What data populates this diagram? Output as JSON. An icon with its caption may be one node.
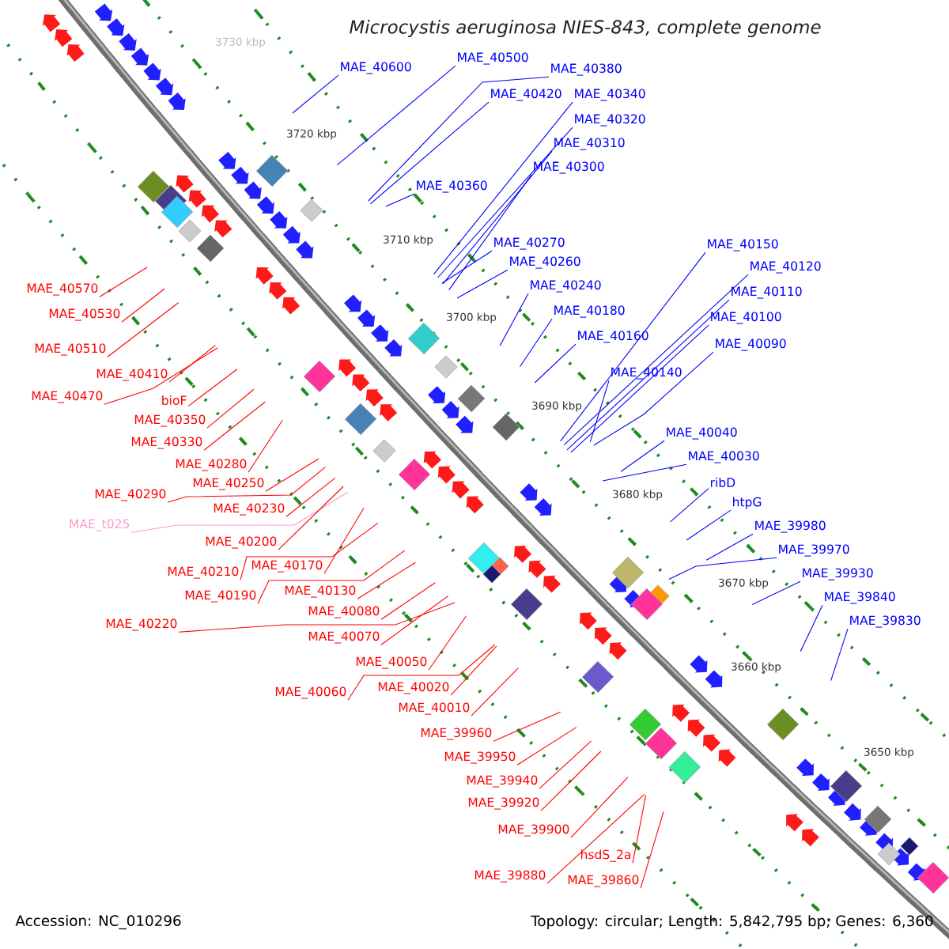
{
  "diagram": {
    "title": "Microcystis aeruginosa NIES-843, complete genome",
    "nodes": [
      {
        "text": [
          "MAE_40600"
        ]
      },
      {
        "text": [
          "MAE_40500"
        ]
      },
      {
        "text": [
          "MAE_40380"
        ]
      },
      {
        "text": [
          "MAE_40420"
        ]
      },
      {
        "text": [
          "MAE_40340"
        ]
      },
      {
        "text": [
          "MAE_40320"
        ]
      },
      {
        "text": [
          "MAE_40310"
        ]
      },
      {
        "text": [
          "MAE_40300"
        ]
      },
      {
        "text": [
          "MAE_40360"
        ]
      },
      {
        "text": [
          "MAE_40270"
        ]
      },
      {
        "text": [
          "MAE_40260"
        ]
      },
      {
        "text": [
          "MAE_40240"
        ]
      },
      {
        "text": [
          "MAE_40180"
        ]
      },
      {
        "text": [
          "MAE_40160"
        ]
      },
      {
        "text": [
          "MAE_40140"
        ]
      },
      {
        "text": [
          "MAE_40150"
        ]
      },
      {
        "text": [
          "MAE_40120"
        ]
      },
      {
        "text": [
          "MAE_40110"
        ]
      },
      {
        "text": [
          "MAE_40100"
        ]
      },
      {
        "text": [
          "MAE_40090"
        ]
      },
      {
        "text": [
          "MAE_40040"
        ]
      },
      {
        "text": [
          "MAE_40030"
        ]
      },
      {
        "text": [
          "ribD"
        ]
      },
      {
        "text": [
          "htpG"
        ]
      },
      {
        "text": [
          "MAE_39980"
        ]
      },
      {
        "text": [
          "MAE_39970"
        ]
      },
      {
        "text": [
          "MAE_39930"
        ]
      },
      {
        "text": [
          "MAE_39840"
        ]
      },
      {
        "text": [
          "MAE_39830"
        ]
      },
      {
        "text": [
          "MAE_40570"
        ]
      },
      {
        "text": [
          "MAE_40530"
        ]
      },
      {
        "text": [
          "MAE_40510"
        ]
      },
      {
        "text": [
          "MAE_40410"
        ]
      },
      {
        "text": [
          "MAE_40470"
        ]
      },
      {
        "text": [
          "bioF"
        ]
      },
      {
        "text": [
          "MAE_40350"
        ]
      },
      {
        "text": [
          "MAE_40330"
        ]
      },
      {
        "text": [
          "MAE_40280"
        ]
      },
      {
        "text": [
          "MAE_40250"
        ]
      },
      {
        "text": [
          "MAE_40290"
        ]
      },
      {
        "text": [
          "MAE_40230"
        ]
      },
      {
        "text": [
          "MAE_t025"
        ]
      },
      {
        "text": [
          "MAE_40200"
        ]
      },
      {
        "text": [
          "MAE_40170"
        ]
      },
      {
        "text": [
          "MAE_40210"
        ]
      },
      {
        "text": [
          "MAE_40130"
        ]
      },
      {
        "text": [
          "MAE_40190"
        ]
      },
      {
        "text": [
          "MAE_40220"
        ]
      },
      {
        "text": [
          "MAE_40080"
        ]
      },
      {
        "text": [
          "MAE_40070"
        ]
      },
      {
        "text": [
          "MAE_40050"
        ]
      },
      {
        "text": [
          "MAE_40020"
        ]
      },
      {
        "text": [
          "MAE_40060"
        ]
      },
      {
        "text": [
          "MAE_40010"
        ]
      },
      {
        "text": [
          "MAE_39960"
        ]
      },
      {
        "text": [
          "MAE_39950"
        ]
      },
      {
        "text": [
          "MAE_39940"
        ]
      },
      {
        "text": [
          "MAE_39920"
        ]
      },
      {
        "text": [
          "MAE_39900"
        ]
      },
      {
        "text": [
          "hsdS_2a"
        ]
      },
      {
        "text": [
          "MAE_39880"
        ]
      },
      {
        "text": [
          "MAE_39860"
        ]
      }
    ],
    "edges": [
      {
        "from": 0,
        "to": null,
        "arrow": "none",
        "color": "#0000ff"
      },
      {
        "from": 1,
        "to": null,
        "arrow": "none",
        "color": "#0000ff"
      },
      {
        "from": 2,
        "to": null,
        "arrow": "none",
        "color": "#0000ff"
      },
      {
        "from": 3,
        "to": null,
        "arrow": "none",
        "color": "#0000ff"
      },
      {
        "from": 4,
        "to": null,
        "arrow": "none",
        "color": "#0000ff"
      },
      {
        "from": 5,
        "to": null,
        "arrow": "none",
        "color": "#0000ff"
      },
      {
        "from": 6,
        "to": null,
        "arrow": "none",
        "color": "#0000ff"
      },
      {
        "from": 7,
        "to": null,
        "arrow": "none",
        "color": "#0000ff"
      },
      {
        "from": 8,
        "to": null,
        "arrow": "none",
        "color": "#0000ff"
      },
      {
        "from": 9,
        "to": null,
        "arrow": "none",
        "color": "#0000ff"
      },
      {
        "from": 10,
        "to": null,
        "arrow": "none",
        "color": "#0000ff"
      },
      {
        "from": 11,
        "to": null,
        "arrow": "none",
        "color": "#0000ff"
      },
      {
        "from": 12,
        "to": null,
        "arrow": "none",
        "color": "#0000ff"
      },
      {
        "from": 13,
        "to": null,
        "arrow": "none",
        "color": "#0000ff"
      },
      {
        "from": 14,
        "to": null,
        "arrow": "none",
        "color": "#0000ff"
      },
      {
        "from": 15,
        "to": null,
        "arrow": "none",
        "color": "#0000ff"
      },
      {
        "from": 16,
        "to": null,
        "arrow": "none",
        "color": "#0000ff"
      },
      {
        "from": 17,
        "to": null,
        "arrow": "none",
        "color": "#0000ff"
      },
      {
        "from": 18,
        "to": null,
        "arrow": "none",
        "color": "#0000ff"
      },
      {
        "from": 19,
        "to": null,
        "arrow": "none",
        "color": "#0000ff"
      },
      {
        "from": 20,
        "to": null,
        "arrow": "none",
        "color": "#0000ff"
      },
      {
        "from": 21,
        "to": null,
        "arrow": "none",
        "color": "#0000ff"
      },
      {
        "from": 22,
        "to": null,
        "arrow": "none",
        "color": "#0000ff"
      },
      {
        "from": 23,
        "to": null,
        "arrow": "none",
        "color": "#0000ff"
      },
      {
        "from": 24,
        "to": null,
        "arrow": "none",
        "color": "#0000ff"
      },
      {
        "from": 25,
        "to": null,
        "arrow": "none",
        "color": "#0000ff"
      },
      {
        "from": 26,
        "to": null,
        "arrow": "none",
        "color": "#0000ff"
      },
      {
        "from": 27,
        "to": null,
        "arrow": "none",
        "color": "#0000ff"
      },
      {
        "from": 28,
        "to": null,
        "arrow": "none",
        "color": "#0000ff"
      },
      {
        "from": 29,
        "to": null,
        "arrow": "none"
      },
      {
        "from": 30,
        "to": null,
        "arrow": "none"
      },
      {
        "from": 31,
        "to": null,
        "arrow": "none"
      },
      {
        "from": 32,
        "to": null,
        "arrow": "none"
      },
      {
        "from": 33,
        "to": null,
        "arrow": "none"
      },
      {
        "from": 34,
        "to": null,
        "arrow": "none"
      },
      {
        "from": 35,
        "to": null,
        "arrow": "none"
      },
      {
        "from": 36,
        "to": null,
        "arrow": "none"
      },
      {
        "from": 37,
        "to": null,
        "arrow": "none"
      },
      {
        "from": 38,
        "to": null,
        "arrow": "none"
      },
      {
        "from": 39,
        "to": null,
        "arrow": "none"
      },
      {
        "from": 40,
        "to": null,
        "arrow": "none"
      },
      {
        "from": 41,
        "to": null,
        "arrow": "none",
        "color": "#ff99cc"
      },
      {
        "from": 42,
        "to": null,
        "arrow": "none"
      },
      {
        "from": 43,
        "to": null,
        "arrow": "none"
      },
      {
        "from": 44,
        "to": null,
        "arrow": "none"
      },
      {
        "from": 45,
        "to": null,
        "arrow": "none"
      },
      {
        "from": 46,
        "to": null,
        "arrow": "none"
      },
      {
        "from": 47,
        "to": null,
        "arrow": "none"
      },
      {
        "from": 48,
        "to": null,
        "arrow": "none"
      },
      {
        "from": 49,
        "to": null,
        "arrow": "none"
      },
      {
        "from": 50,
        "to": null,
        "arrow": "none"
      },
      {
        "from": 51,
        "to": null,
        "arrow": "none"
      },
      {
        "from": 52,
        "to": null,
        "arrow": "none"
      },
      {
        "from": 53,
        "to": null,
        "arrow": "none"
      },
      {
        "from": 54,
        "to": null,
        "arrow": "none"
      },
      {
        "from": 55,
        "to": null,
        "arrow": "none"
      },
      {
        "from": 56,
        "to": null,
        "arrow": "none"
      },
      {
        "from": 57,
        "to": null,
        "arrow": "none"
      },
      {
        "from": 58,
        "to": null,
        "arrow": "none"
      },
      {
        "from": 59,
        "to": null,
        "arrow": "none"
      },
      {
        "from": 60,
        "to": null,
        "arrow": "none"
      },
      {
        "from": 61,
        "to": null,
        "arrow": "none"
      }
    ],
    "labels": [
      "3730 kbp",
      "3720 kbp",
      "3710 kbp",
      "3700 kbp",
      "3690 kbp",
      "3680 kbp",
      "3670 kbp",
      "3660 kbp",
      "3650 kbp",
      "Accession: NC_010296",
      "Topology: circular; Length: 5,842,795 bp; Genes: 6,360"
    ]
  }
}
